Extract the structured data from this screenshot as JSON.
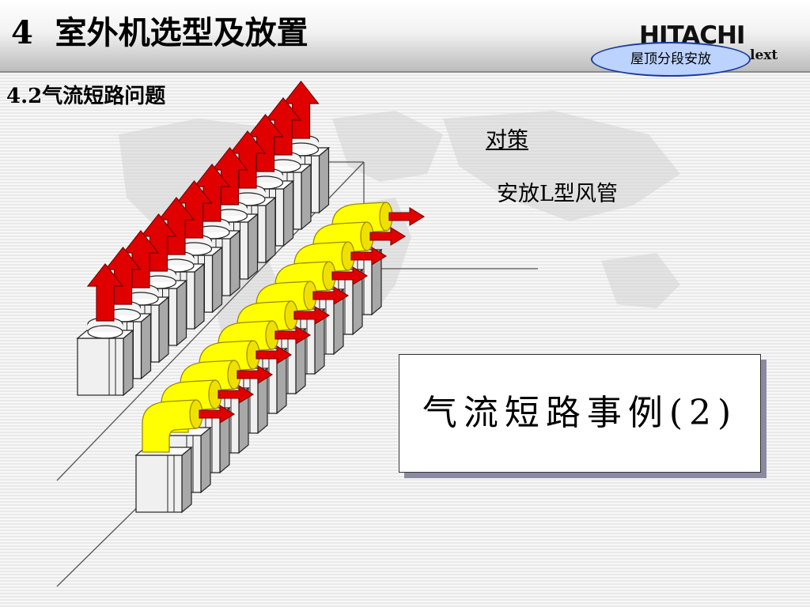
{
  "header": {
    "title": "4  室外机选型及放置",
    "brand": "HITACHI",
    "brand_sub": "lext",
    "badge": "屋顶分段安放"
  },
  "section": {
    "title": "4.2气流短路问题"
  },
  "countermeasure": {
    "heading": "对策",
    "text": "安放L型风管"
  },
  "case_box": {
    "label": "气流短路事例(2)"
  },
  "colors": {
    "arrow_fill": "#e00000",
    "arrow_stroke": "#7a0000",
    "duct_fill": "#ffff00",
    "duct_stroke": "#9a8a00",
    "unit_fill": "#f0f0f0",
    "badge_fill": "#bcd3ff",
    "badge_border": "#1a3aa0"
  },
  "illustration": {
    "back_row_units": 12,
    "front_row_units": 11
  }
}
